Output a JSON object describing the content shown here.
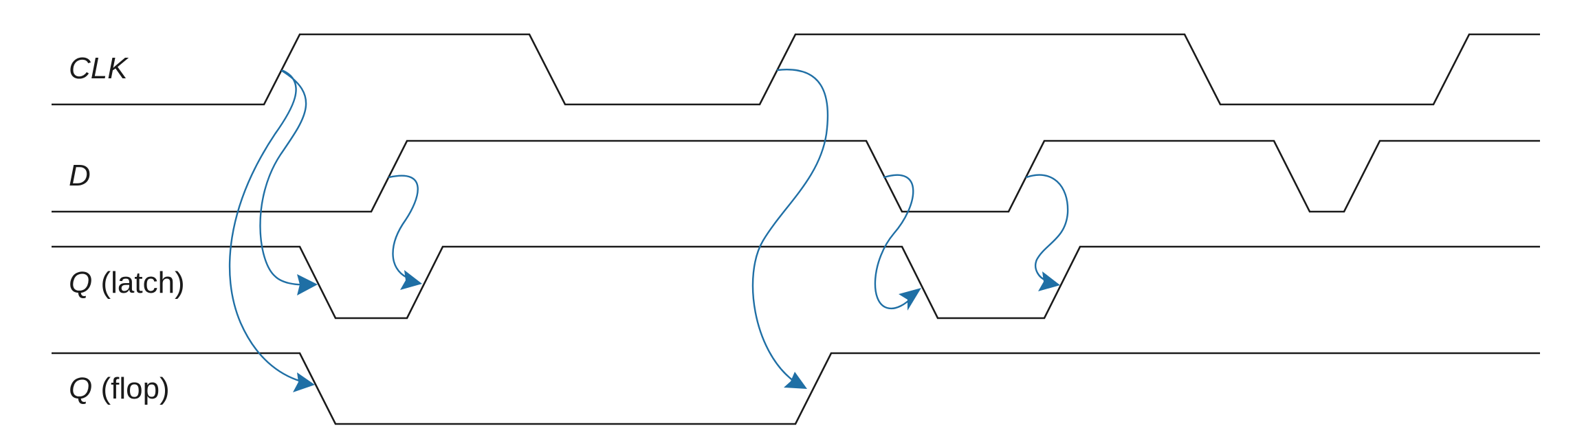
{
  "signals": [
    {
      "key": "clk",
      "symbol": "CLK",
      "qualifier": ""
    },
    {
      "key": "d",
      "symbol": "D",
      "qualifier": ""
    },
    {
      "key": "qlatch",
      "symbol": "Q",
      "qualifier": " (latch)"
    },
    {
      "key": "qflop",
      "symbol": "Q",
      "qualifier": " (flop)"
    }
  ],
  "colors": {
    "waveform": "#1a1a1a",
    "arrow": "#1f6fa5",
    "background": "#ffffff"
  }
}
